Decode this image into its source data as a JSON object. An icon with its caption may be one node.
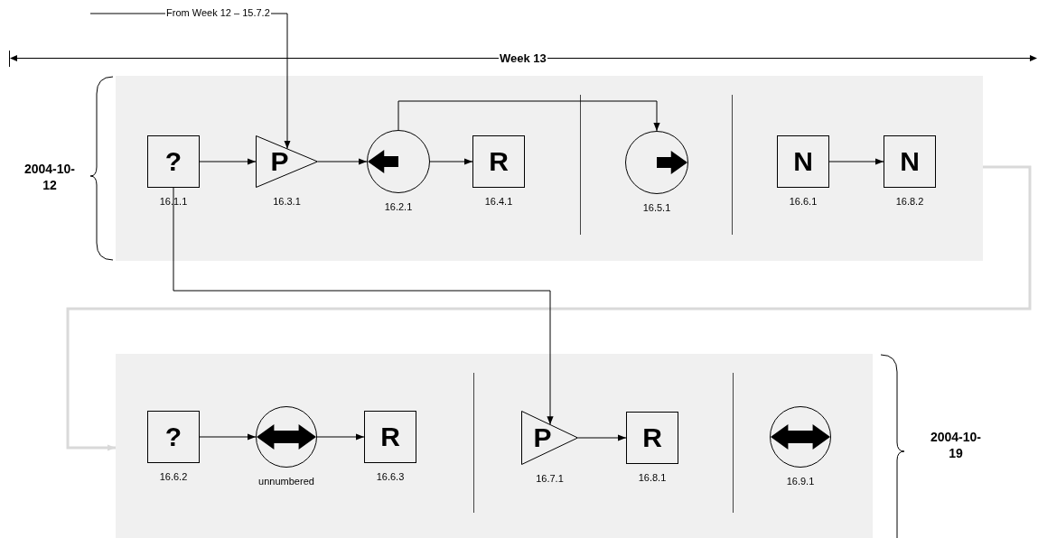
{
  "diagram": {
    "nodes": [
      {
        "text": [],
        "shape": "box",
        "beside": [
          "2004-10- 12"
        ]
      },
      {
        "text": [
          "?"
        ],
        "in": 0,
        "beside": [
          "16.1.1"
        ]
      },
      {
        "text": [
          "P"
        ],
        "in": 0,
        "beside": [
          "16.3.1"
        ]
      },
      {
        "text": [],
        "shape": "circle",
        "in": 0,
        "beside": [
          "16.2.1"
        ]
      },
      {
        "text": [
          "R"
        ],
        "in": 0,
        "beside": [
          "16.4.1"
        ]
      },
      {
        "text": [],
        "shape": "circle",
        "in": 0,
        "beside": [
          "16.5.1"
        ]
      },
      {
        "text": [
          "N"
        ],
        "in": 0,
        "beside": [
          "16.6.1"
        ]
      },
      {
        "text": [
          "N"
        ],
        "in": 0,
        "beside": [
          "16.8.2"
        ]
      },
      {
        "text": [],
        "shape": "box"
      },
      {
        "text": [
          "?"
        ],
        "in": 8,
        "beside": [
          "16.6.2"
        ]
      },
      {
        "text": [],
        "shape": "circle",
        "in": 8,
        "beside": [
          "unnumbered"
        ]
      },
      {
        "text": [
          "R"
        ],
        "in": 8,
        "beside": [
          "16.6.3"
        ]
      },
      {
        "text": [
          "P"
        ],
        "in": 8,
        "beside": [
          "16.7.1"
        ]
      },
      {
        "text": [
          "R"
        ],
        "in": 8,
        "beside": [
          "16.8.1"
        ]
      },
      {
        "text": [],
        "shape": "circle",
        "in": 8,
        "beside": [
          "16.9.1"
        ]
      }
    ],
    "edges": [
      {
        "from": null,
        "to": 2,
        "arrow": "to",
        "label": "From Week 12 – 15.7.2"
      },
      {
        "from": 1,
        "to": 2,
        "arrow": "to"
      },
      {
        "from": 2,
        "to": 3,
        "arrow": "to"
      },
      {
        "from": 3,
        "to": 4,
        "arrow": "to"
      },
      {
        "from": 3,
        "to": 5,
        "arrow": "to"
      },
      {
        "from": 6,
        "to": 7,
        "arrow": "to"
      },
      {
        "from": 0,
        "to": 8,
        "arrow": "to",
        "style": "thick",
        "color": "#d9d9d9"
      },
      {
        "from": 1,
        "to": 12,
        "arrow": "to"
      },
      {
        "from": 9,
        "to": 10,
        "arrow": "to"
      },
      {
        "from": 10,
        "to": 11,
        "arrow": "to"
      },
      {
        "from": 12,
        "to": 13,
        "arrow": "to"
      }
    ],
    "labels": [
      "Week 13",
      "2004-10- 19"
    ]
  }
}
